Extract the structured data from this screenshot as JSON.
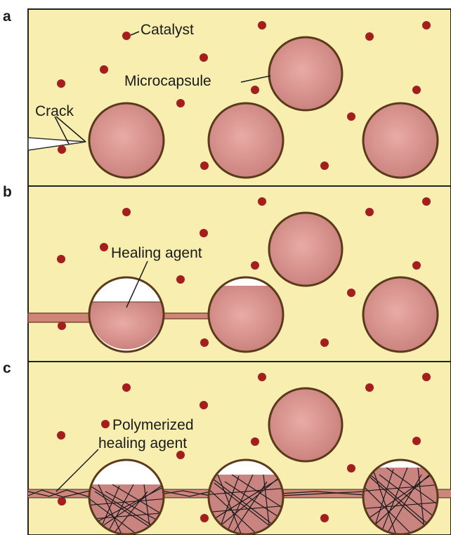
{
  "panels": [
    {
      "letter": "a",
      "labels": {
        "catalyst": "Catalyst",
        "microcapsule": "Microcapsule",
        "crack": "Crack"
      }
    },
    {
      "letter": "b",
      "labels": {
        "healing_agent": "Healing agent"
      }
    },
    {
      "letter": "c",
      "labels": {
        "polymerized_line1": "Polymerized",
        "polymerized_line2": "healing agent"
      }
    }
  ],
  "colors": {
    "matrix": "#f8eeb0",
    "border": "#222222",
    "capsule_fill": "#d38c88",
    "capsule_edge": "#5a3a1a",
    "catalyst": "#a51e1e",
    "void": "#ffffff",
    "crack_fill": "#cf8577"
  }
}
